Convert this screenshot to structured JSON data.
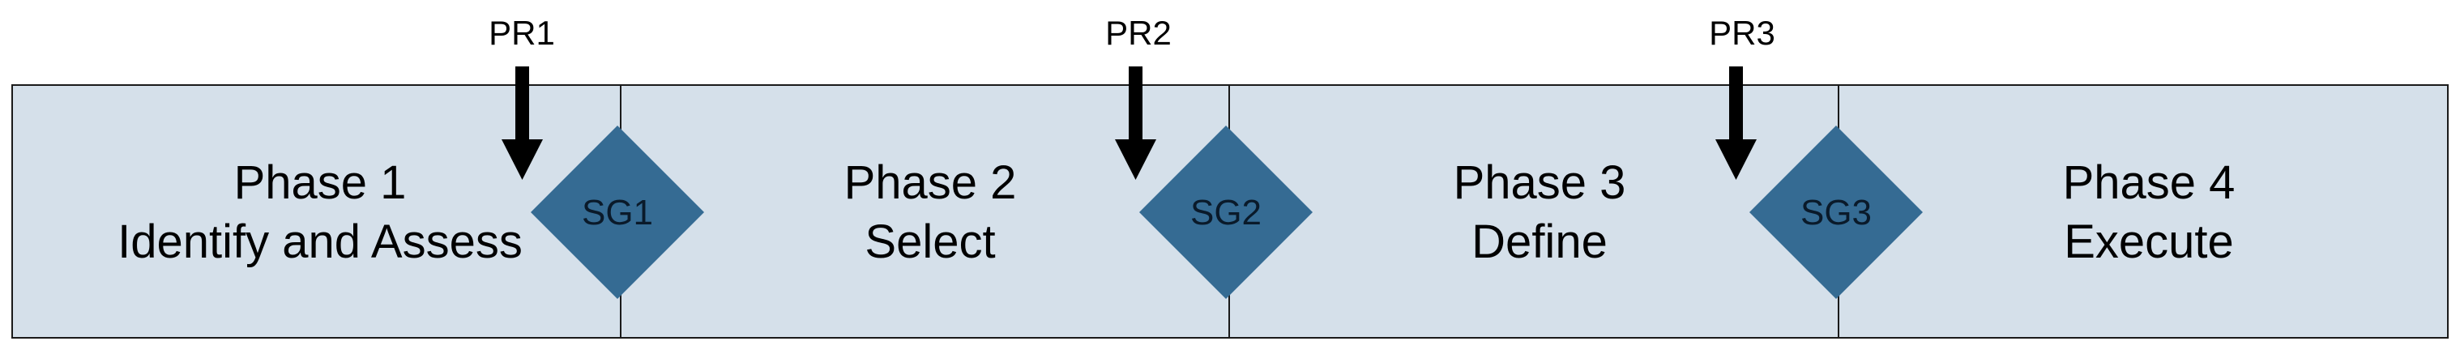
{
  "colors": {
    "phase_fill": "#d5e0ea",
    "phase_border": "#1a1a1a",
    "gate_fill": "#356b93",
    "arrow": "#000000"
  },
  "phases": [
    {
      "number_label": "Phase 1",
      "name": "Identify and Assess"
    },
    {
      "number_label": "Phase 2",
      "name": "Select"
    },
    {
      "number_label": "Phase 3",
      "name": "Define"
    },
    {
      "number_label": "Phase 4",
      "name": "Execute"
    }
  ],
  "stage_gates": [
    {
      "label": "SG1",
      "icon": "diamond"
    },
    {
      "label": "SG2",
      "icon": "diamond"
    },
    {
      "label": "SG3",
      "icon": "diamond"
    }
  ],
  "peer_reviews": [
    {
      "label": "PR1",
      "icon": "down-arrow"
    },
    {
      "label": "PR2",
      "icon": "down-arrow"
    },
    {
      "label": "PR3",
      "icon": "down-arrow"
    }
  ]
}
